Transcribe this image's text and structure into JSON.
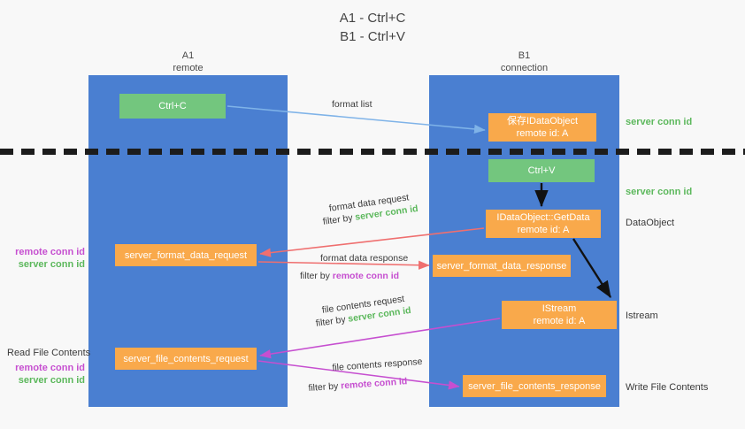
{
  "title": {
    "line1": "A1 - Ctrl+C",
    "line2": "B1 - Ctrl+V"
  },
  "lanes": {
    "left": {
      "name": "A1",
      "role": "remote"
    },
    "right": {
      "name": "B1",
      "role": "connection"
    }
  },
  "nodes": {
    "ctrl_c": {
      "label": "Ctrl+C",
      "color": "#73c67e"
    },
    "save_dataobject": {
      "line1": "保存IDataObject",
      "line2": "remote id: A",
      "color": "#f9a94b"
    },
    "ctrl_v": {
      "label": "Ctrl+V",
      "color": "#73c67e"
    },
    "getdata": {
      "line1": "IDataObject::GetData",
      "line2": "remote id: A",
      "color": "#f9a94b"
    },
    "istream": {
      "line1": "IStream",
      "line2": "remote id: A",
      "color": "#f9a94b"
    },
    "server_format_data_request": {
      "label": "server_format_data_request",
      "color": "#f9a94b"
    },
    "server_format_data_response": {
      "label": "server_format_data_response",
      "color": "#f9a94b"
    },
    "server_file_contents_request": {
      "label": "server_file_contents_request",
      "color": "#f9a94b"
    },
    "server_file_contents_response": {
      "label": "server_file_contents_response",
      "color": "#f9a94b"
    }
  },
  "flows": {
    "format_list": "format list",
    "format_data_request": "format data request",
    "format_data_request_filter_prefix": "filter by ",
    "format_data_request_filter_key": "server conn id",
    "format_data_response": "format data response",
    "format_data_response_filter_prefix": "filter by ",
    "format_data_response_filter_key": "remote conn id",
    "file_contents_request": "file contents request",
    "file_contents_request_filter_prefix": "filter by ",
    "file_contents_request_filter_key": "server conn id",
    "file_contents_response": "file contents response",
    "file_contents_response_filter_prefix": "filter by ",
    "file_contents_response_filter_key": "remote conn id"
  },
  "annotations": {
    "right": {
      "server_conn_id_top": "server conn id",
      "server_conn_id_mid": "server conn id",
      "dataobject": "DataObject",
      "istream": "Istream",
      "write_file_contents": "Write File Contents"
    },
    "left": {
      "remote_conn_id_1": "remote conn id",
      "server_conn_id_1": "server conn id",
      "read_file_contents": "Read File Contents",
      "remote_conn_id_2": "remote conn id",
      "server_conn_id_2": "server conn id"
    }
  },
  "colors": {
    "lane": "#4a7fd1",
    "node_orange": "#f9a94b",
    "node_green": "#73c67e",
    "server_conn_id": "#5cb85c",
    "remote_conn_id": "#c64fd0",
    "arrow_blue": "#7fb3e8",
    "arrow_red": "#ef6f6f",
    "arrow_magenta": "#c64fd0",
    "arrow_black": "#111111",
    "divider": "#1c1c1c"
  }
}
